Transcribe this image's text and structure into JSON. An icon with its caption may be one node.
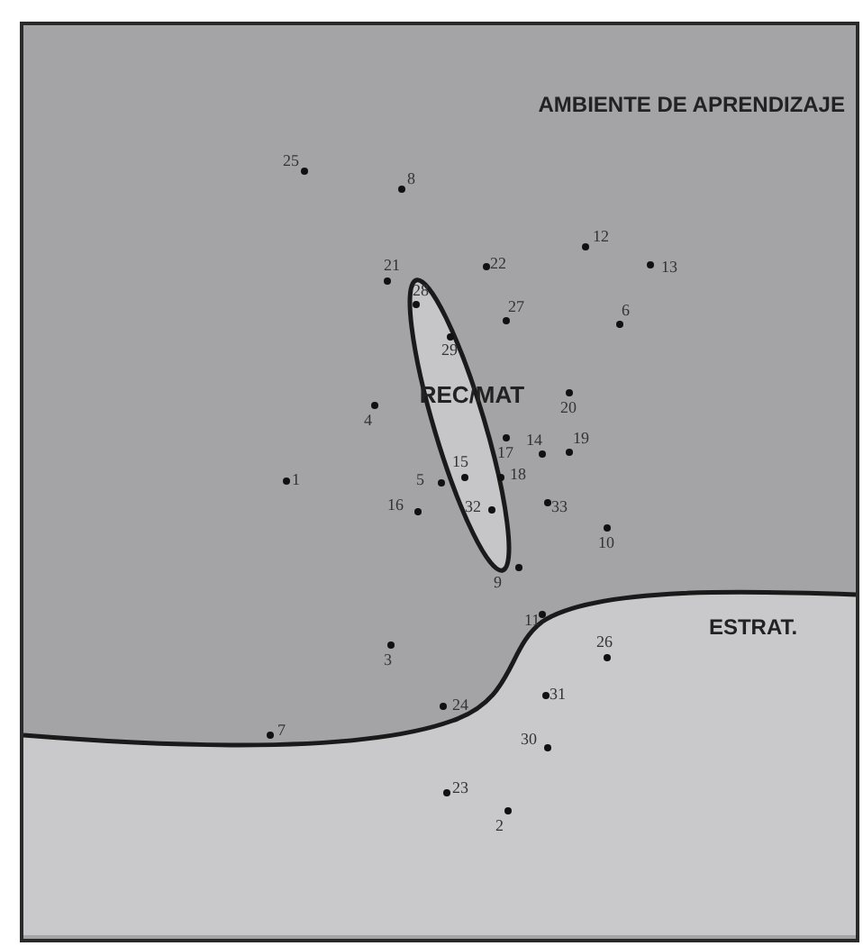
{
  "diagram": {
    "nodes": [
      {
        "text": [
          "AMBIENTE DE APRENDIZAJE"
        ]
      },
      {
        "text": [
          "REC/MAT"
        ],
        "in": 0
      },
      {
        "text": [
          "ESTRAT."
        ],
        "in": 0
      }
    ],
    "edges": [],
    "labels": [
      "25",
      "8",
      "12",
      "21",
      "22",
      "13",
      "28",
      "27",
      "6",
      "29",
      "20",
      "4",
      "17",
      "14",
      "19",
      "15",
      "18",
      "1",
      "5",
      "16",
      "32",
      "33",
      "10",
      "9",
      "11",
      "26",
      "3",
      "31",
      "24",
      "7",
      "30",
      "23",
      "2"
    ]
  }
}
